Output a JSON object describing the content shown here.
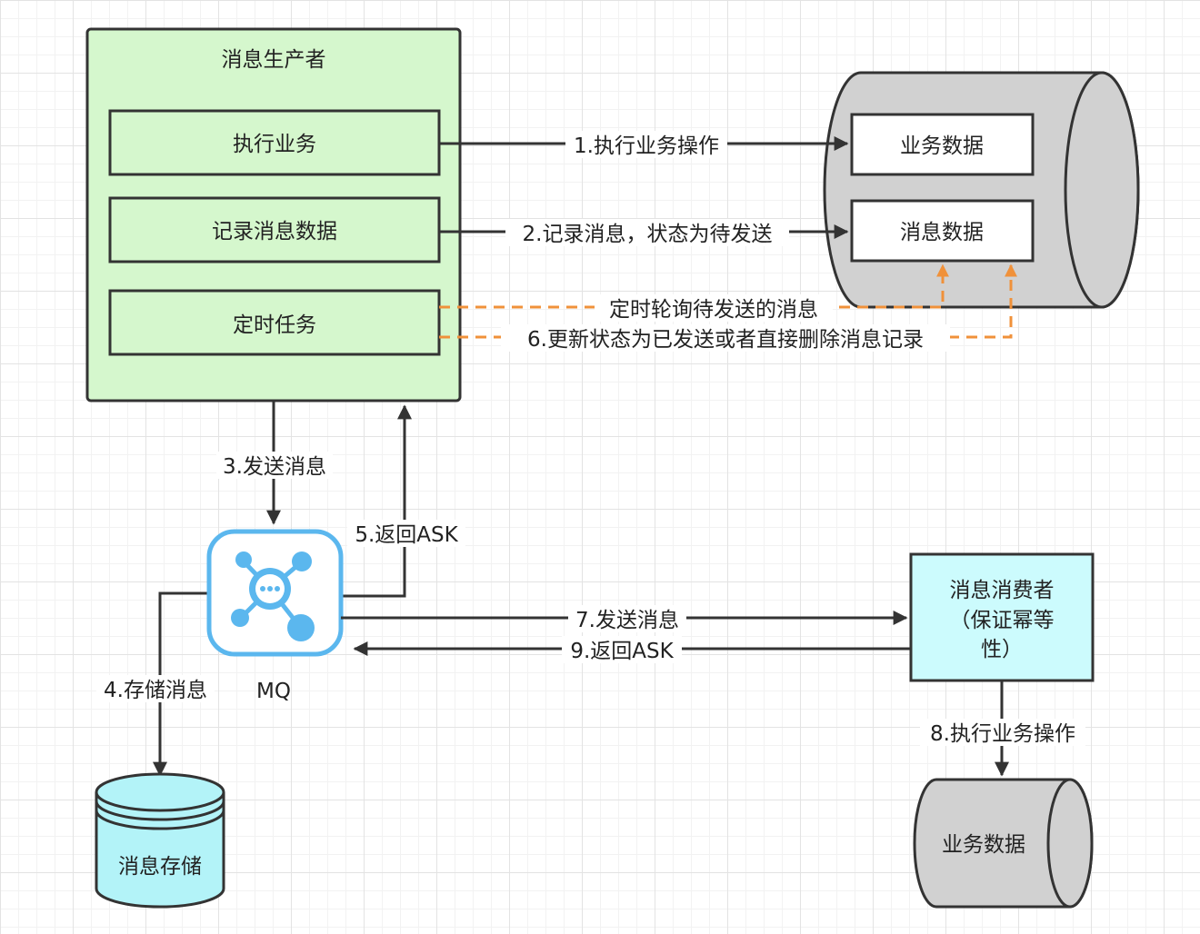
{
  "producer": {
    "title": "消息生产者",
    "steps": [
      "执行业务",
      "记录消息数据",
      "定时任务"
    ]
  },
  "main_db": {
    "records": [
      "业务数据",
      "消息数据"
    ]
  },
  "edges": {
    "e1": "1.执行业务操作",
    "e2": "2.记录消息，状态为待发送",
    "poll": "定时轮询待发送的消息",
    "e6": "6.更新状态为已发送或者直接删除消息记录",
    "e3": "3.发送消息",
    "e5": "5.返回ASK",
    "e4": "4.存储消息",
    "e7": "7.发送消息",
    "e9": "9.返回ASK",
    "e8": "8.执行业务操作"
  },
  "mq": {
    "label": "MQ"
  },
  "consumer": {
    "line1": "消息消费者",
    "line2": "（保证幂等",
    "line3": "性）"
  },
  "storage": {
    "label": "消息存储"
  },
  "consumer_db": {
    "label": "业务数据"
  },
  "colors": {
    "producer_fill": "#d5f7cd",
    "consumer_fill": "#ccfbfd",
    "db_fill": "#d1d1d1",
    "storage_fill": "#b3f3f8",
    "dashed": "#f0913a",
    "mq_blue": "#5bb7ee"
  }
}
